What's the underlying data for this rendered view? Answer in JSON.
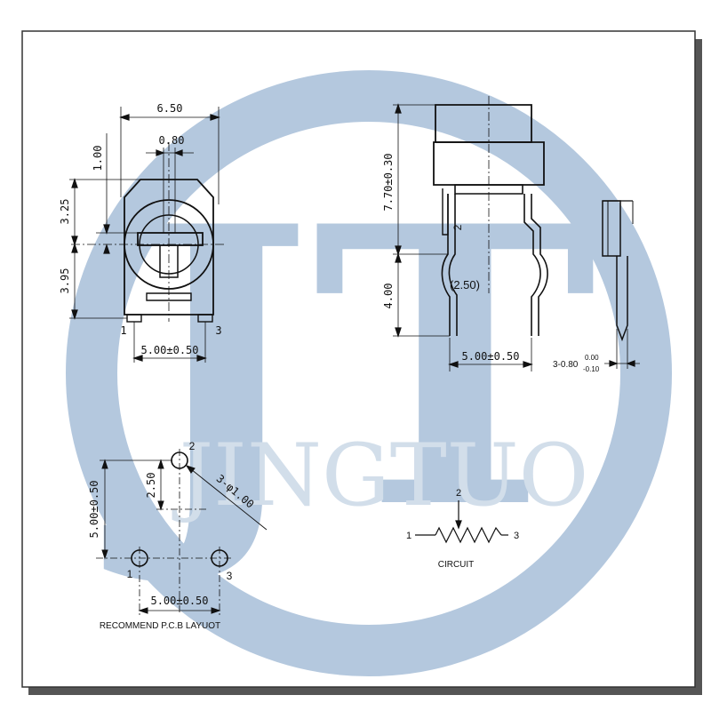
{
  "watermark": {
    "logo_text": "JT",
    "brand_text": "JINGTUO",
    "color": "#9bb6d3"
  },
  "front_view": {
    "dim_width": "6.50",
    "dim_slot": "0.80",
    "dim_top_gap": "1.00",
    "dim_upper": "3.25",
    "dim_lower": "3.95",
    "dim_pitch": "5.00±0.50",
    "pin_left": "1",
    "pin_right": "3"
  },
  "side_view": {
    "dim_height": "7.70±0.30",
    "dim_leg": "4.00",
    "dim_offset": "(2.50)",
    "dim_pitch": "5.00±0.50",
    "pin_mid": "2"
  },
  "pin_view": {
    "dim_pin_prefix": "3-0.80",
    "tol_upper": "0.00",
    "tol_lower": "-0.10"
  },
  "pcb_layout": {
    "dim_vertical": "5.00±0.50",
    "dim_offset": "2.50",
    "dim_hole": "3-φ1.00",
    "dim_pitch": "5.00±0.50",
    "pin_top": "2",
    "pin_left": "1",
    "pin_right": "3",
    "caption": "RECOMMEND P.C.B LAYUOT"
  },
  "circuit": {
    "pin_wiper": "2",
    "pin_left": "1",
    "pin_right": "3",
    "caption": "CIRCUIT"
  }
}
